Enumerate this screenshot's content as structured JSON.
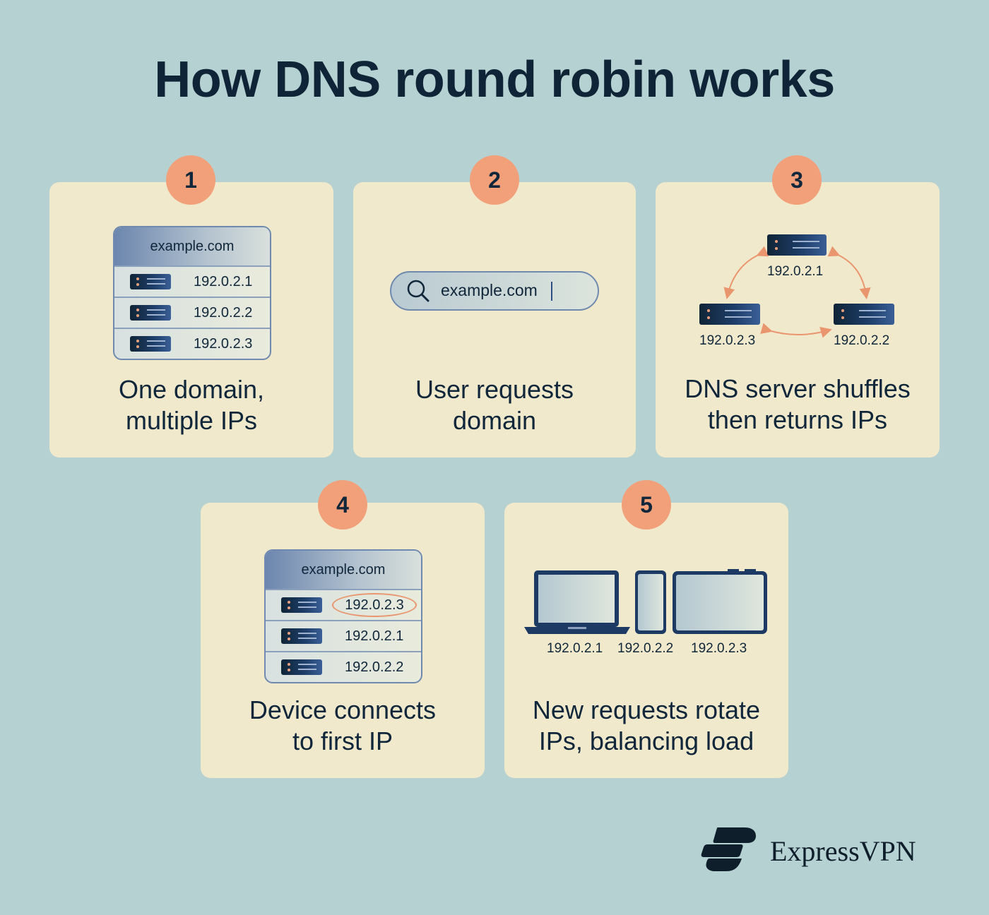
{
  "title": "How DNS round robin works",
  "colors": {
    "background": "#b6d1d1",
    "card": "#f1e9cc",
    "badge": "#f2a07a",
    "text": "#10263a",
    "accent": "#e9966f"
  },
  "steps": [
    {
      "number": "1",
      "caption": [
        "One domain,",
        "multiple IPs"
      ],
      "table": {
        "domain": "example.com",
        "ips": [
          "192.0.2.1",
          "192.0.2.2",
          "192.0.2.3"
        ]
      }
    },
    {
      "number": "2",
      "caption": [
        "User requests",
        "domain"
      ],
      "search": {
        "value": "example.com",
        "icon": "search-icon"
      }
    },
    {
      "number": "3",
      "caption": [
        "DNS server shuffles",
        "then returns IPs"
      ],
      "servers": [
        "192.0.2.1",
        "192.0.2.2",
        "192.0.2.3"
      ]
    },
    {
      "number": "4",
      "caption": [
        "Device connects",
        "to first IP"
      ],
      "table": {
        "domain": "example.com",
        "ips": [
          "192.0.2.3",
          "192.0.2.1",
          "192.0.2.2"
        ],
        "highlighted": "192.0.2.3"
      }
    },
    {
      "number": "5",
      "caption": [
        "New requests rotate",
        "IPs, balancing load"
      ],
      "devices": [
        {
          "icon": "laptop-icon",
          "ip": "192.0.2.1"
        },
        {
          "icon": "phone-icon",
          "ip": "192.0.2.2"
        },
        {
          "icon": "tablet-icon",
          "ip": "192.0.2.3"
        }
      ]
    }
  ],
  "brand": {
    "name": "ExpressVPN",
    "icon": "expressvpn-logo-icon"
  }
}
